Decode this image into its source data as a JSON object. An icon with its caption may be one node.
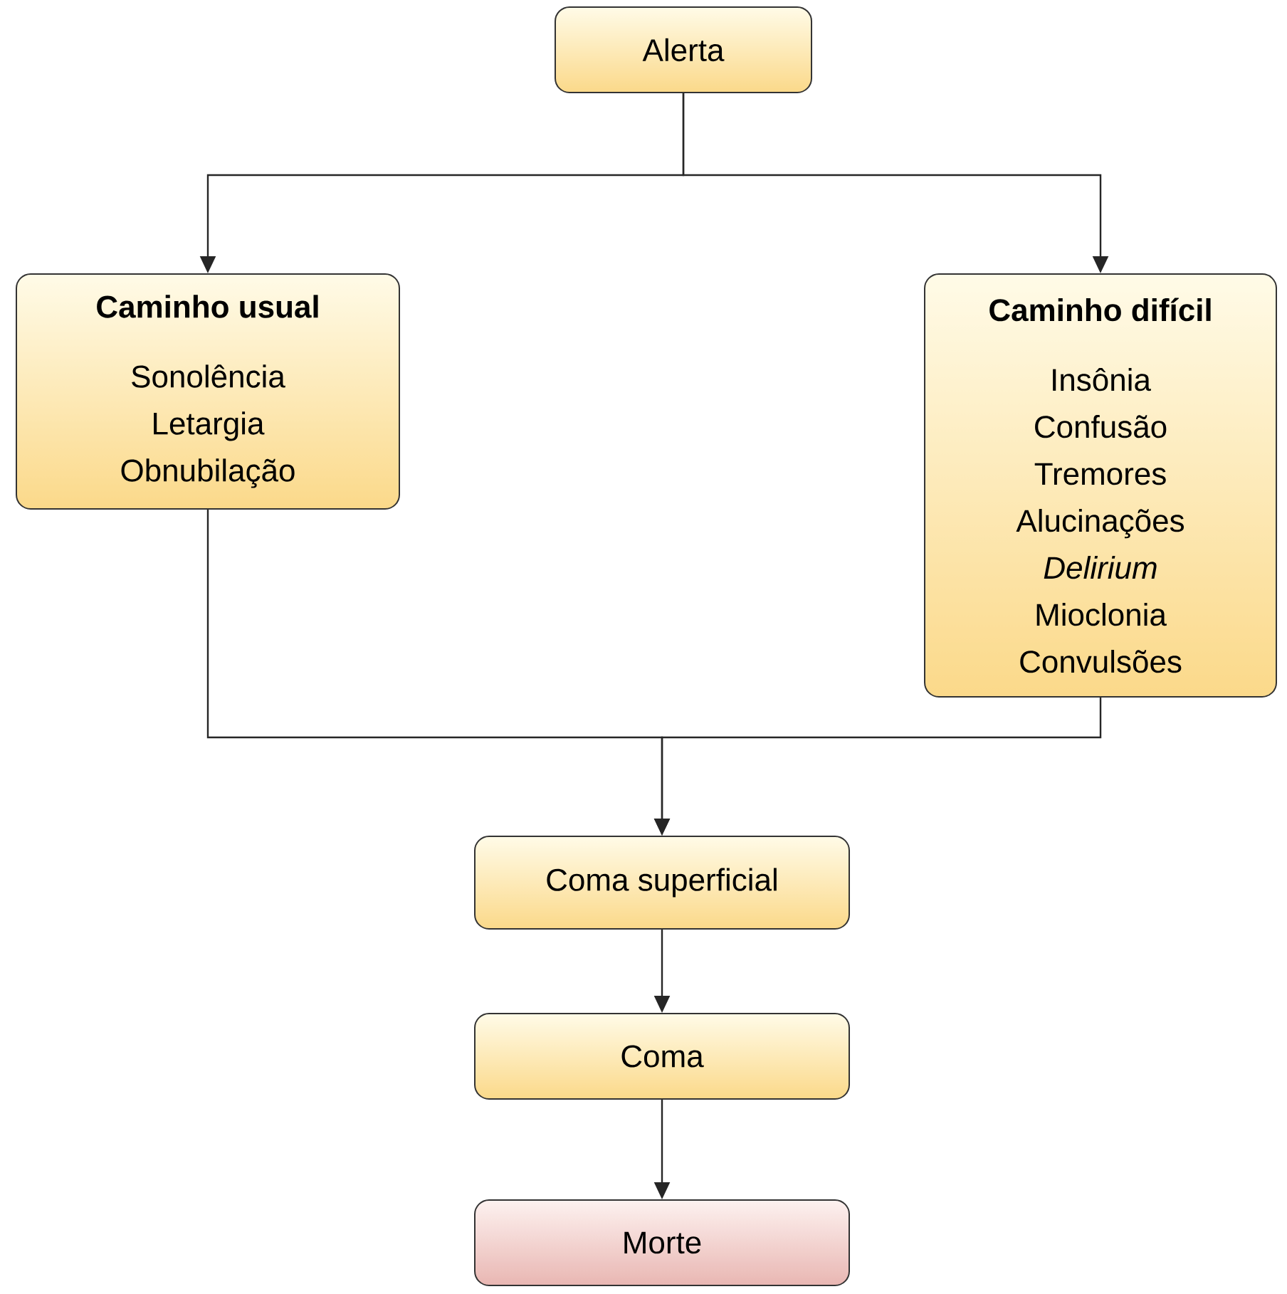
{
  "diagram": {
    "nodes": [
      {
        "text": [
          "Alerta"
        ]
      },
      {
        "text": [
          "Caminho usual",
          "Sonolência Letargia Obnubilação"
        ]
      },
      {
        "text": [
          "Caminho difícil",
          "Insônia Confusão Tremores Alucinações *Delirium* Mioclonia Convulsões"
        ]
      },
      {
        "text": [
          "Coma superficial"
        ]
      },
      {
        "text": [
          "Coma"
        ]
      },
      {
        "text": [
          "Morte"
        ]
      }
    ],
    "edges": [
      {
        "from": 0,
        "to": 1,
        "arrow": "to"
      },
      {
        "from": 0,
        "to": 2,
        "arrow": "to"
      },
      {
        "from": 1,
        "to": 3,
        "arrow": "to"
      },
      {
        "from": 2,
        "to": 3,
        "arrow": "to"
      },
      {
        "from": 3,
        "to": 4,
        "arrow": "to"
      },
      {
        "from": 4,
        "to": 5,
        "arrow": "to"
      }
    ]
  }
}
